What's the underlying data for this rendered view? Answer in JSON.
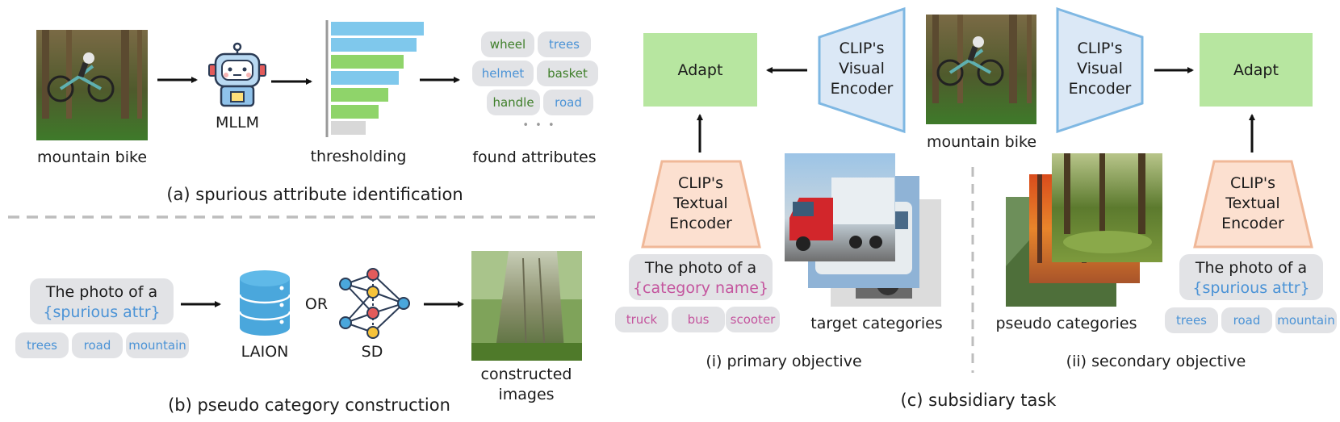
{
  "panel_a": {
    "input_caption": "mountain bike",
    "mllm_label": "MLLM",
    "threshold_caption": "thresholding",
    "attributes": [
      {
        "text": "wheel",
        "color": "green"
      },
      {
        "text": "trees",
        "color": "blue"
      },
      {
        "text": "helmet",
        "color": "blue"
      },
      {
        "text": "basket",
        "color": "green"
      },
      {
        "text": "handle",
        "color": "green"
      },
      {
        "text": "road",
        "color": "blue"
      }
    ],
    "ellipsis": "• • •",
    "attr_caption": "found attributes",
    "title": "(a) spurious attribute identification"
  },
  "panel_b": {
    "prompt_line1": "The photo of a",
    "prompt_line2": "{spurious attr}",
    "tags": [
      "trees",
      "road",
      "mountain"
    ],
    "laion_label": "LAION",
    "or_label": "OR",
    "sd_label": "SD",
    "constructed_line1": "constructed",
    "constructed_line2": "images",
    "title": "(b) pseudo category construction"
  },
  "panel_c": {
    "adapt_left": "Adapt",
    "adapt_right": "Adapt",
    "visual_encoder_left": [
      "CLIP's",
      "Visual",
      "Encoder"
    ],
    "visual_encoder_right": [
      "CLIP's",
      "Visual",
      "Encoder"
    ],
    "center_caption": "mountain bike",
    "textual_encoder_left": [
      "CLIP's",
      "Textual",
      "Encoder"
    ],
    "textual_encoder_right": [
      "CLIP's",
      "Textual",
      "Encoder"
    ],
    "prompt_left_line1": "The photo of a",
    "prompt_left_line2": "{category name}",
    "prompt_right_line1": "The photo of a",
    "prompt_right_line2": "{spurious attr}",
    "left_tags": [
      "truck",
      "bus",
      "scooter"
    ],
    "right_tags": [
      "trees",
      "road",
      "mountain"
    ],
    "target_caption": "target categories",
    "pseudo_caption": "pseudo categories",
    "primary_caption": "(i) primary objective",
    "secondary_caption": "(ii) secondary objective",
    "title": "(c) subsidiary task"
  },
  "colors": {
    "adapt_fill": "#b7e6a0",
    "visual_encoder_fill": "#dbe8f6",
    "visual_encoder_stroke": "#7fb8e3",
    "textual_encoder_fill": "#fce0d0",
    "textual_encoder_stroke": "#f0b898",
    "tag_fill": "#e2e3e6",
    "blue_text": "#4b93d6",
    "green_text": "#3f7f2a",
    "pink_text": "#c4559e"
  }
}
